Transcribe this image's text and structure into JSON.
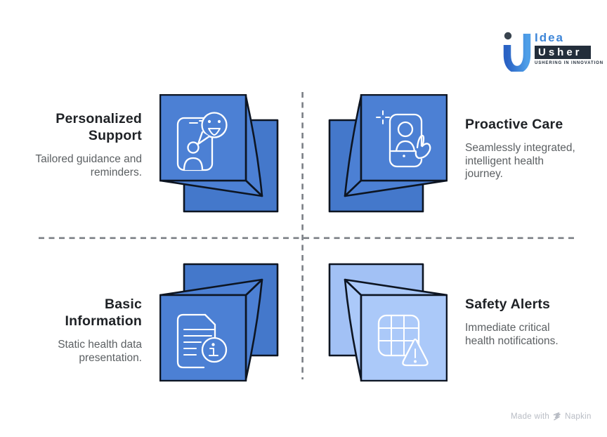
{
  "colors": {
    "cube_mid_front": "#4C80D4",
    "cube_mid_back": "#4478CB",
    "cube_light_front": "#ABC9F9",
    "cube_light_back": "#A2C1F5",
    "cube_outline": "#0D1522",
    "icon_stroke": "#FFFFFF",
    "divider": "#7B7F85",
    "heading_text": "#1E2125",
    "body_text": "#5C6063",
    "logo_blue": "#3E86D8",
    "logo_dark": "#232E3B",
    "logo_dot": "#39444F",
    "logo_grad_start": "#2A62C4",
    "logo_grad_end": "#4F9FE8",
    "footer_text": "#B8BCC4"
  },
  "logo": {
    "word1": "Idea",
    "word2": "Usher",
    "tagline": "USHERING IN INNOVATION"
  },
  "quadrants": [
    {
      "position": "top-left",
      "title_lines": [
        "Personalized",
        "Support"
      ],
      "description_lines": [
        "Tailored guidance and",
        "reminders."
      ],
      "icon": "chat-support-phone-icon",
      "cube_shade": "mid"
    },
    {
      "position": "top-right",
      "title_lines": [
        "Proactive Care"
      ],
      "description_lines": [
        "Seamlessly integrated,",
        "intelligent health",
        "journey."
      ],
      "icon": "selfie-phone-hand-icon",
      "cube_shade": "mid"
    },
    {
      "position": "bottom-left",
      "title_lines": [
        "Basic",
        "Information"
      ],
      "description_lines": [
        "Static health data",
        "presentation."
      ],
      "icon": "document-info-icon",
      "cube_shade": "mid"
    },
    {
      "position": "bottom-right",
      "title_lines": [
        "Safety Alerts"
      ],
      "description_lines": [
        "Immediate critical",
        "health notifications."
      ],
      "icon": "grid-warning-icon",
      "cube_shade": "light"
    }
  ],
  "footer": {
    "made_with": "Made with",
    "brand": "Napkin"
  }
}
